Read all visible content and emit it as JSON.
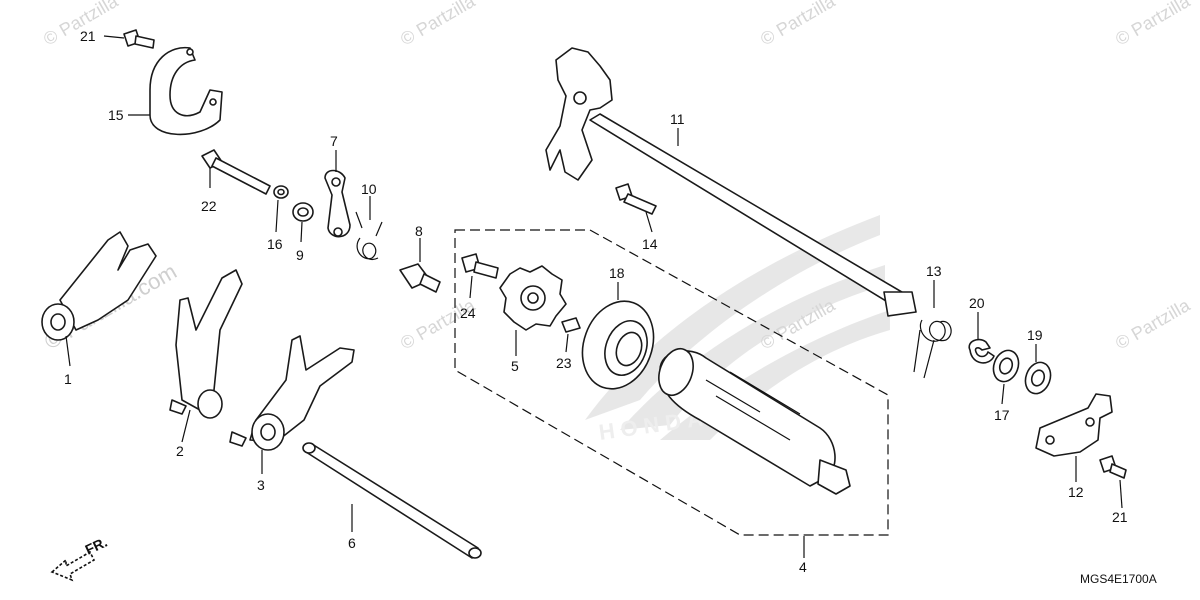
{
  "watermark": {
    "text": "© Partzilla",
    "large_text": "© Partzilla.com"
  },
  "diagram_code": "MGS4E1700A",
  "front_marker": "FR.",
  "callouts": {
    "c1": "1",
    "c2": "2",
    "c3": "3",
    "c4": "4",
    "c5": "5",
    "c6": "6",
    "c7": "7",
    "c8": "8",
    "c9": "9",
    "c10": "10",
    "c11": "11",
    "c12": "12",
    "c13": "13",
    "c14": "14",
    "c15": "15",
    "c16": "16",
    "c17": "17",
    "c18": "18",
    "c19": "19",
    "c20": "20",
    "c21a": "21",
    "c21b": "21",
    "c22": "22",
    "c23": "23",
    "c24": "24"
  }
}
